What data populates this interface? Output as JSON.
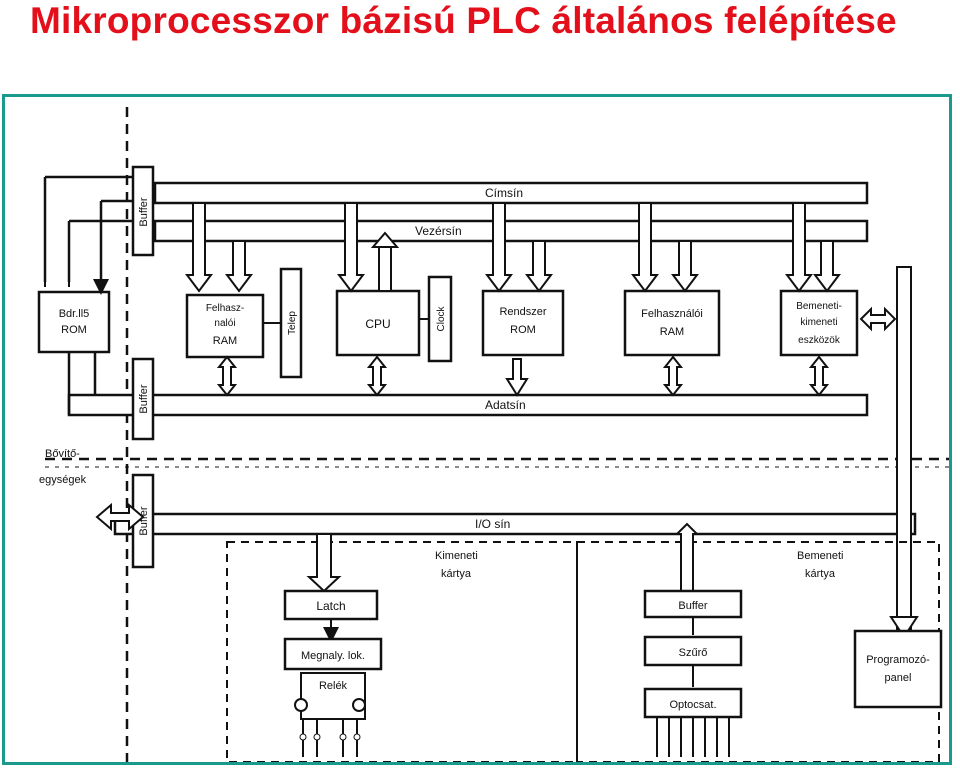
{
  "title": "Mikroprocesszor bázisú PLC általános felépítése",
  "colors": {
    "title": "#e3101c",
    "frame": "#1a9a8c",
    "ink": "#111111"
  },
  "buses": {
    "address": "Címsín",
    "control": "Vezérsín",
    "data": "Adatsín",
    "io": "I/O sín"
  },
  "blocks": {
    "fixed_rom": [
      "Bdr.ll5",
      "ROM"
    ],
    "user_ram_left": [
      "Felhasz-",
      "nalói",
      "RAM"
    ],
    "battery": "Telep",
    "cpu": "CPU",
    "clock": "Clock",
    "system_rom": [
      "Rendszer",
      "ROM"
    ],
    "user_ram_right": [
      "Felhasználói",
      "RAM"
    ],
    "io_devices": [
      "Bemeneti-",
      "kimeneti",
      "eszközök"
    ],
    "latch": "Latch",
    "magn": "Megnaly. lok.",
    "relays": "Relék",
    "buffer_in": "Buffer",
    "selector": "Szűrő",
    "optocoupler": "Optocsat.",
    "programmer": [
      "Programozó-",
      "panel"
    ]
  },
  "buffers": {
    "top": "Buffer",
    "mid": "Buffer",
    "bottom": "Buffer"
  },
  "labels": {
    "expansion": [
      "Bővítő-",
      "egységek"
    ],
    "output_card": [
      "Kimeneti",
      "kártya"
    ],
    "input_card": [
      "Bemeneti",
      "kártya"
    ]
  }
}
